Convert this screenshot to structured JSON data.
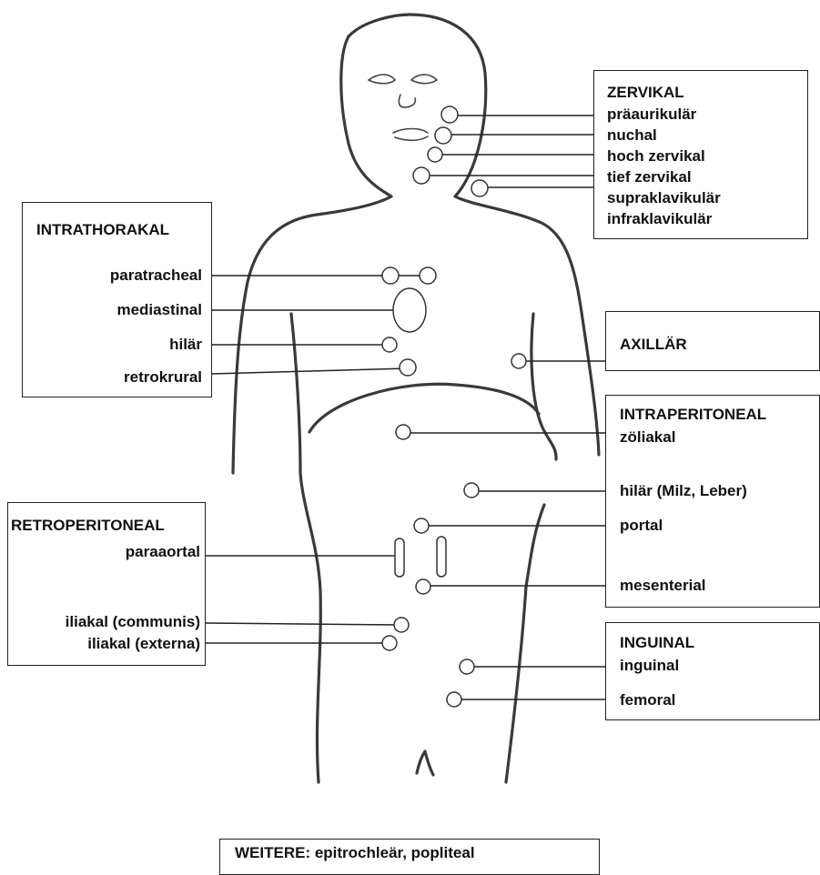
{
  "groups": {
    "zervikal": {
      "title": "ZERVIKAL",
      "items": [
        "präaurikulär",
        "nuchal",
        "hoch zervikal",
        "tief zervikal",
        "supraklavikulär",
        "infraklavikulär"
      ]
    },
    "intrathorakal": {
      "title": "INTRATHORAKAL",
      "items": [
        "paratracheal",
        "mediastinal",
        "hilär",
        "retrokrural"
      ]
    },
    "axillaer": {
      "title": "AXILLÄR"
    },
    "intraperitoneal": {
      "title": "INTRAPERITONEAL",
      "items": [
        "zöliakal",
        "hilär (Milz, Leber)",
        "portal",
        "mesenterial"
      ]
    },
    "retroperitoneal": {
      "title": "RETROPERITONEAL",
      "items": [
        "paraaortal",
        "iliakal (communis)",
        "iliakal (externa)"
      ]
    },
    "inguinal": {
      "title": "INGUINAL",
      "items": [
        "inguinal",
        "femoral"
      ]
    }
  },
  "footer": "WEITERE: epitrochleär, popliteal"
}
